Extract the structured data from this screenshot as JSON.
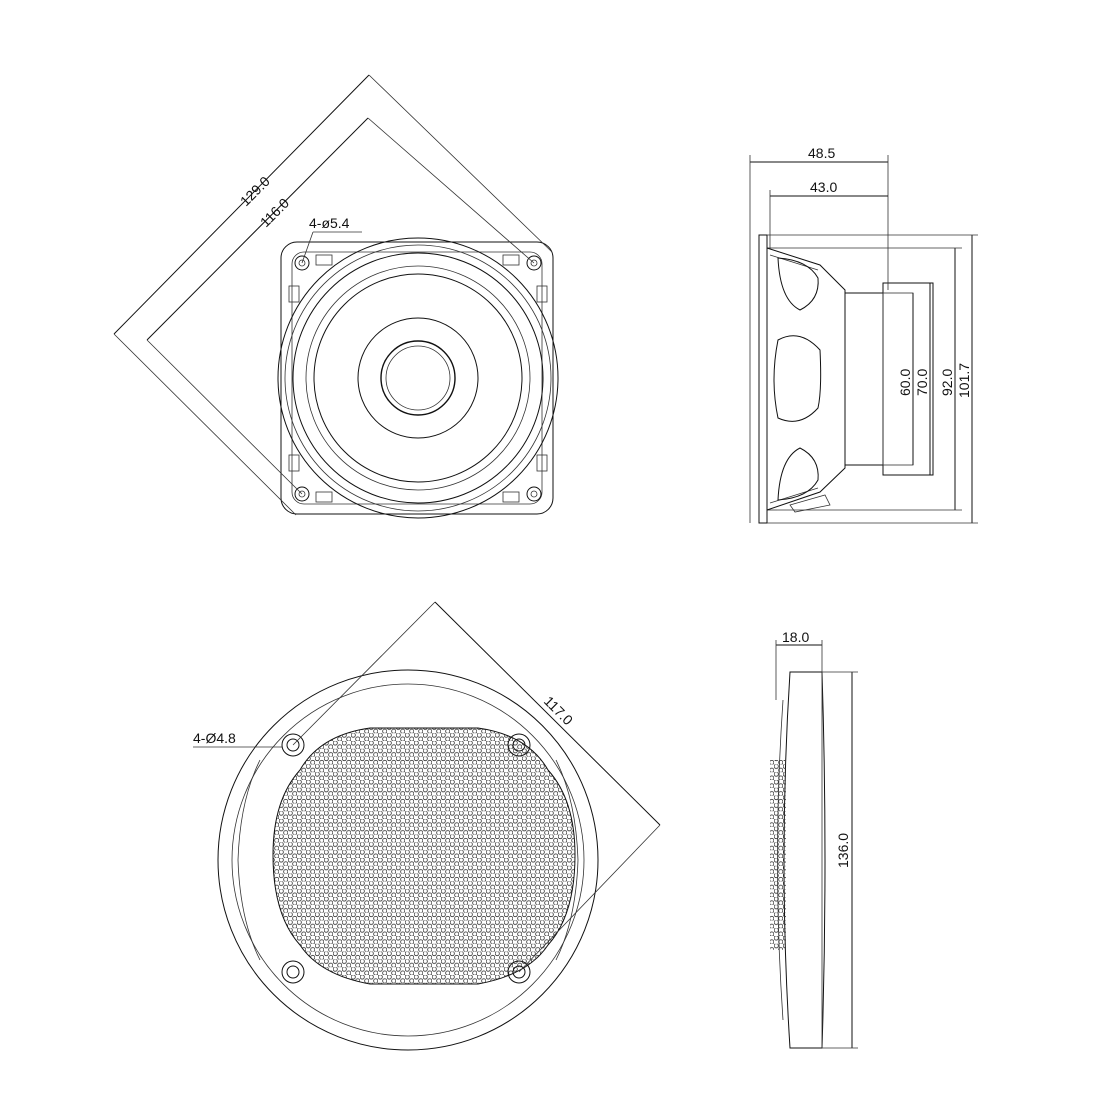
{
  "front_view": {
    "dim_outer": "129.0",
    "dim_inner": "116.0",
    "hole_callout": "4-ø5.4"
  },
  "side_view": {
    "dim_depth_total": "48.5",
    "dim_depth_frame": "43.0",
    "dim_magnet": "60.0",
    "dim_magnet_outer": "70.0",
    "dim_cut": "92.0",
    "dim_height": "101.7"
  },
  "grille_front": {
    "hole_callout": "4-Ø4.8",
    "dim_spacing": "117.0"
  },
  "grille_side": {
    "dim_thickness": "18.0",
    "dim_diameter": "136.0"
  },
  "colors": {
    "line": "#111111",
    "background": "#ffffff"
  }
}
